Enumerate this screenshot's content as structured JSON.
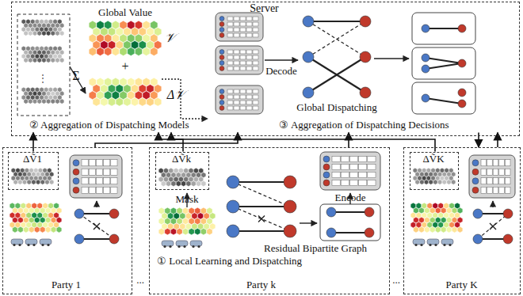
{
  "diagram": {
    "nodes": [
      {
        "text": [
          "Server"
        ]
      },
      {
        "text": [
          "② Aggregation of Dispatching Models"
        ],
        "in": 0
      },
      {
        "text": [
          "③ Aggregation of Dispatching Decisions"
        ],
        "in": 0
      },
      {
        "text": [
          "Party 1"
        ]
      },
      {
        "text": [
          "ΔṼ1"
        ],
        "in": 3
      },
      {
        "text": [
          "① Local Learning and Dispatching",
          "Party k"
        ]
      },
      {
        "text": [
          "ΔṼk"
        ],
        "in": 5
      },
      {
        "text": [
          "Party K"
        ]
      },
      {
        "text": [
          "ΔṼK"
        ],
        "in": 7
      }
    ],
    "edges": [
      {
        "from": 4,
        "to": 1,
        "arrow": "to"
      },
      {
        "from": 6,
        "to": 1,
        "arrow": "to"
      },
      {
        "from": 8,
        "to": 1,
        "arrow": "to"
      },
      {
        "from": 3,
        "to": 2,
        "arrow": "to"
      },
      {
        "from": 5,
        "to": 2,
        "arrow": "to"
      },
      {
        "from": 7,
        "to": 2,
        "arrow": "to"
      },
      {
        "from": 2,
        "to": 7,
        "arrow": "to"
      }
    ],
    "labels": [
      "Global Value",
      "𝒱",
      "+",
      "Δ𝒱",
      "Σ",
      "Decode",
      "Global Dispatching",
      "Mask",
      "Encode",
      "Residual Bipartite Graph",
      "...",
      "..."
    ]
  }
}
